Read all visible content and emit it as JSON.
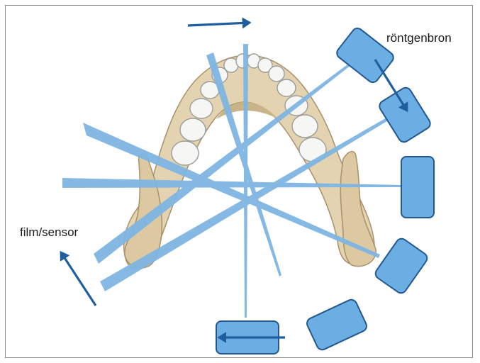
{
  "labels": {
    "source": "röntgenbron",
    "sensor": "film/sensor"
  },
  "icons": {
    "jaw": "lower-jaw-teeth-illustration",
    "motion_arrow": "rotation-direction-arrow"
  },
  "colors": {
    "beam": "#7fb6e3",
    "tube_fill": "#6aaee3",
    "tube_stroke": "#24588f",
    "arrow": "#1f5fa0",
    "bone": "#e3d3b1",
    "bone_shadow": "#b39a70",
    "tooth": "#f6f6f4",
    "tooth_edge": "#9c9c98"
  }
}
